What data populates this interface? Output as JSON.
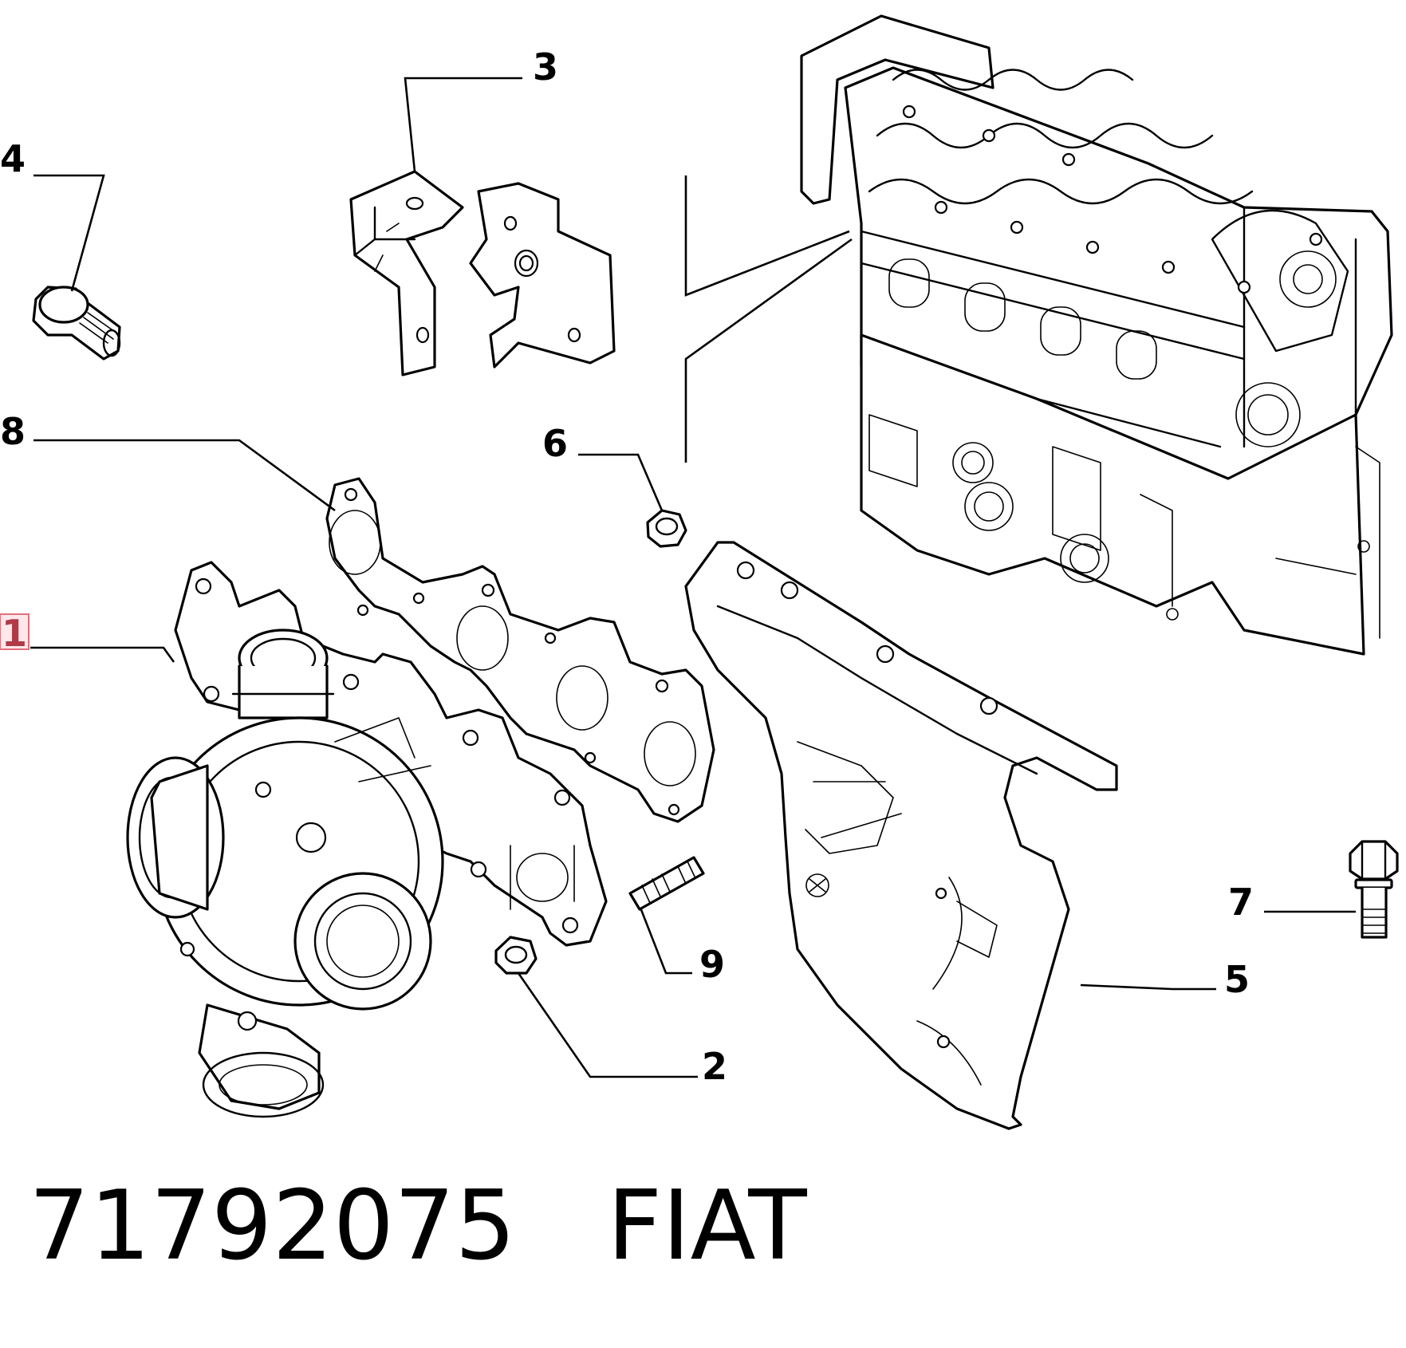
{
  "callouts": [
    {
      "id": "1",
      "label": "1",
      "highlighted": true
    },
    {
      "id": "2",
      "label": "2"
    },
    {
      "id": "3",
      "label": "3"
    },
    {
      "id": "4",
      "label": "4"
    },
    {
      "id": "5",
      "label": "5"
    },
    {
      "id": "6",
      "label": "6"
    },
    {
      "id": "7",
      "label": "7"
    },
    {
      "id": "8",
      "label": "8"
    },
    {
      "id": "9",
      "label": "9"
    }
  ],
  "caption": {
    "part_number": "71792075",
    "brand": "FIAT"
  },
  "colors": {
    "line": "#000000",
    "background": "#ffffff",
    "highlight_fill": "#ffe8ea",
    "highlight_border": "#e0707c"
  }
}
